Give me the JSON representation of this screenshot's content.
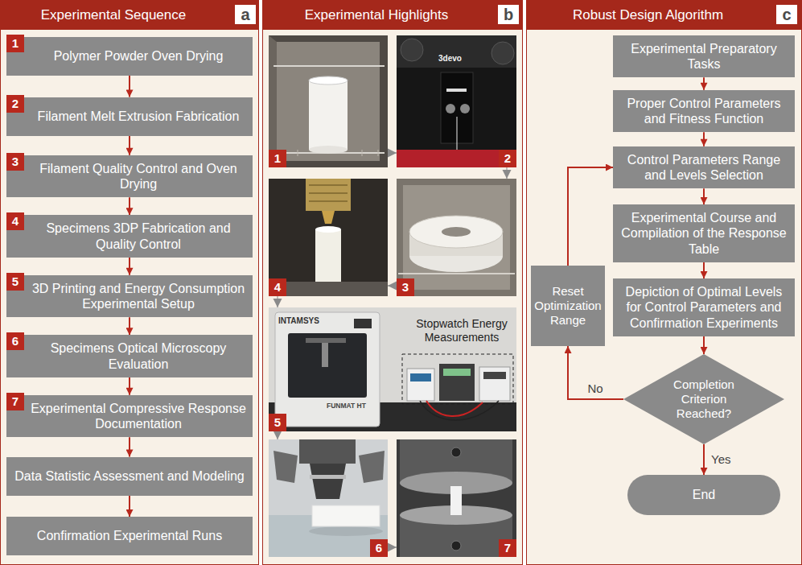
{
  "diagram": {
    "nodes": [
      {
        "text": [
          "Experimental Sequence"
        ]
      },
      {
        "text": [
          "a"
        ],
        "in": 0
      },
      {
        "text": [
          "1",
          "Polymer Powder Oven Drying"
        ],
        "in": 0
      },
      {
        "text": [
          "2",
          "Filament Melt Extrusion Fabrication"
        ],
        "in": 0
      },
      {
        "text": [
          "3",
          "Filament Quality Control and Oven Drying"
        ],
        "in": 0
      },
      {
        "text": [
          "4",
          "Specimens 3DP Fabrication and Quality Control"
        ],
        "in": 0
      },
      {
        "text": [
          "5",
          "3D Printing and Energy Consumption Experimental Setup"
        ],
        "in": 0
      },
      {
        "text": [
          "6",
          "Specimens Optical Microscopy Evaluation"
        ],
        "in": 0
      },
      {
        "text": [
          "7",
          "Experimental Compressive Response Documentation"
        ],
        "in": 0
      },
      {
        "text": [
          "Data Statistic Assessment and Modeling"
        ],
        "in": 0
      },
      {
        "text": [
          "Confirmation Experimental Runs"
        ],
        "in": 0
      },
      {
        "text": [
          "Experimental Highlights"
        ]
      },
      {
        "text": [
          "b"
        ],
        "in": 11
      },
      {
        "text": [
          "1"
        ],
        "in": 11
      },
      {
        "text": [
          "2"
        ],
        "in": 11
      },
      {
        "text": [
          "3"
        ],
        "in": 11
      },
      {
        "text": [
          "4"
        ],
        "in": 11
      },
      {
        "text": [
          "5"
        ],
        "in": 11
      },
      {
        "text": [
          "6"
        ],
        "in": 11
      },
      {
        "text": [
          "7"
        ],
        "in": 11
      },
      {
        "text": [
          "Robust Design Algorithm"
        ]
      },
      {
        "text": [
          "c"
        ],
        "in": 20
      },
      {
        "text": [
          "Experimental Preparatory Tasks"
        ],
        "in": 20
      },
      {
        "text": [
          "Proper Control Parameters and Fitness Function"
        ],
        "in": 20
      },
      {
        "text": [
          "Control Parameters Range and Levels Selection"
        ],
        "in": 20
      },
      {
        "text": [
          "Experimental Course and Compilation of the Response Table"
        ],
        "in": 20
      },
      {
        "text": [
          "Depiction of Optimal Levels for Control Parameters and Confirmation Experiments"
        ],
        "in": 20
      },
      {
        "text": [
          "Completion Criterion Reached?"
        ],
        "in": 20
      },
      {
        "text": [
          "End"
        ],
        "in": 20
      },
      {
        "text": [
          "Reset Optimization Range"
        ],
        "in": 20
      }
    ],
    "edges": [
      {
        "from": 2,
        "to": 3,
        "arrow": "to"
      },
      {
        "from": 3,
        "to": 4,
        "arrow": "to"
      },
      {
        "from": 4,
        "to": 5,
        "arrow": "to"
      },
      {
        "from": 5,
        "to": 6,
        "arrow": "to"
      },
      {
        "from": 6,
        "to": 7,
        "arrow": "to"
      },
      {
        "from": 7,
        "to": 8,
        "arrow": "to"
      },
      {
        "from": 8,
        "to": 9,
        "arrow": "to"
      },
      {
        "from": 9,
        "to": 10,
        "arrow": "to"
      },
      {
        "from": 13,
        "to": 14,
        "arrow": "to"
      },
      {
        "from": 14,
        "to": 15,
        "arrow": "to"
      },
      {
        "from": 15,
        "to": 16,
        "arrow": "to"
      },
      {
        "from": 16,
        "to": 17,
        "arrow": "to"
      },
      {
        "from": 17,
        "to": 18,
        "arrow": "to"
      },
      {
        "from": 18,
        "to": 19,
        "arrow": "to"
      },
      {
        "from": 22,
        "to": 23,
        "arrow": "to"
      },
      {
        "from": 23,
        "to": 24,
        "arrow": "to"
      },
      {
        "from": 24,
        "to": 25,
        "arrow": "to"
      },
      {
        "from": 25,
        "to": 26,
        "arrow": "to"
      },
      {
        "from": 26,
        "to": 27,
        "arrow": "to"
      },
      {
        "from": 27,
        "to": 28,
        "label": "Yes",
        "arrow": "to"
      },
      {
        "from": 27,
        "to": 29,
        "label": "No",
        "arrow": "to"
      },
      {
        "from": 29,
        "to": 24,
        "arrow": "to"
      }
    ],
    "labels": [
      "Stopwatch Energy Measurements",
      "3devo",
      "INTAMSYS",
      "FUNMAT HT"
    ]
  }
}
